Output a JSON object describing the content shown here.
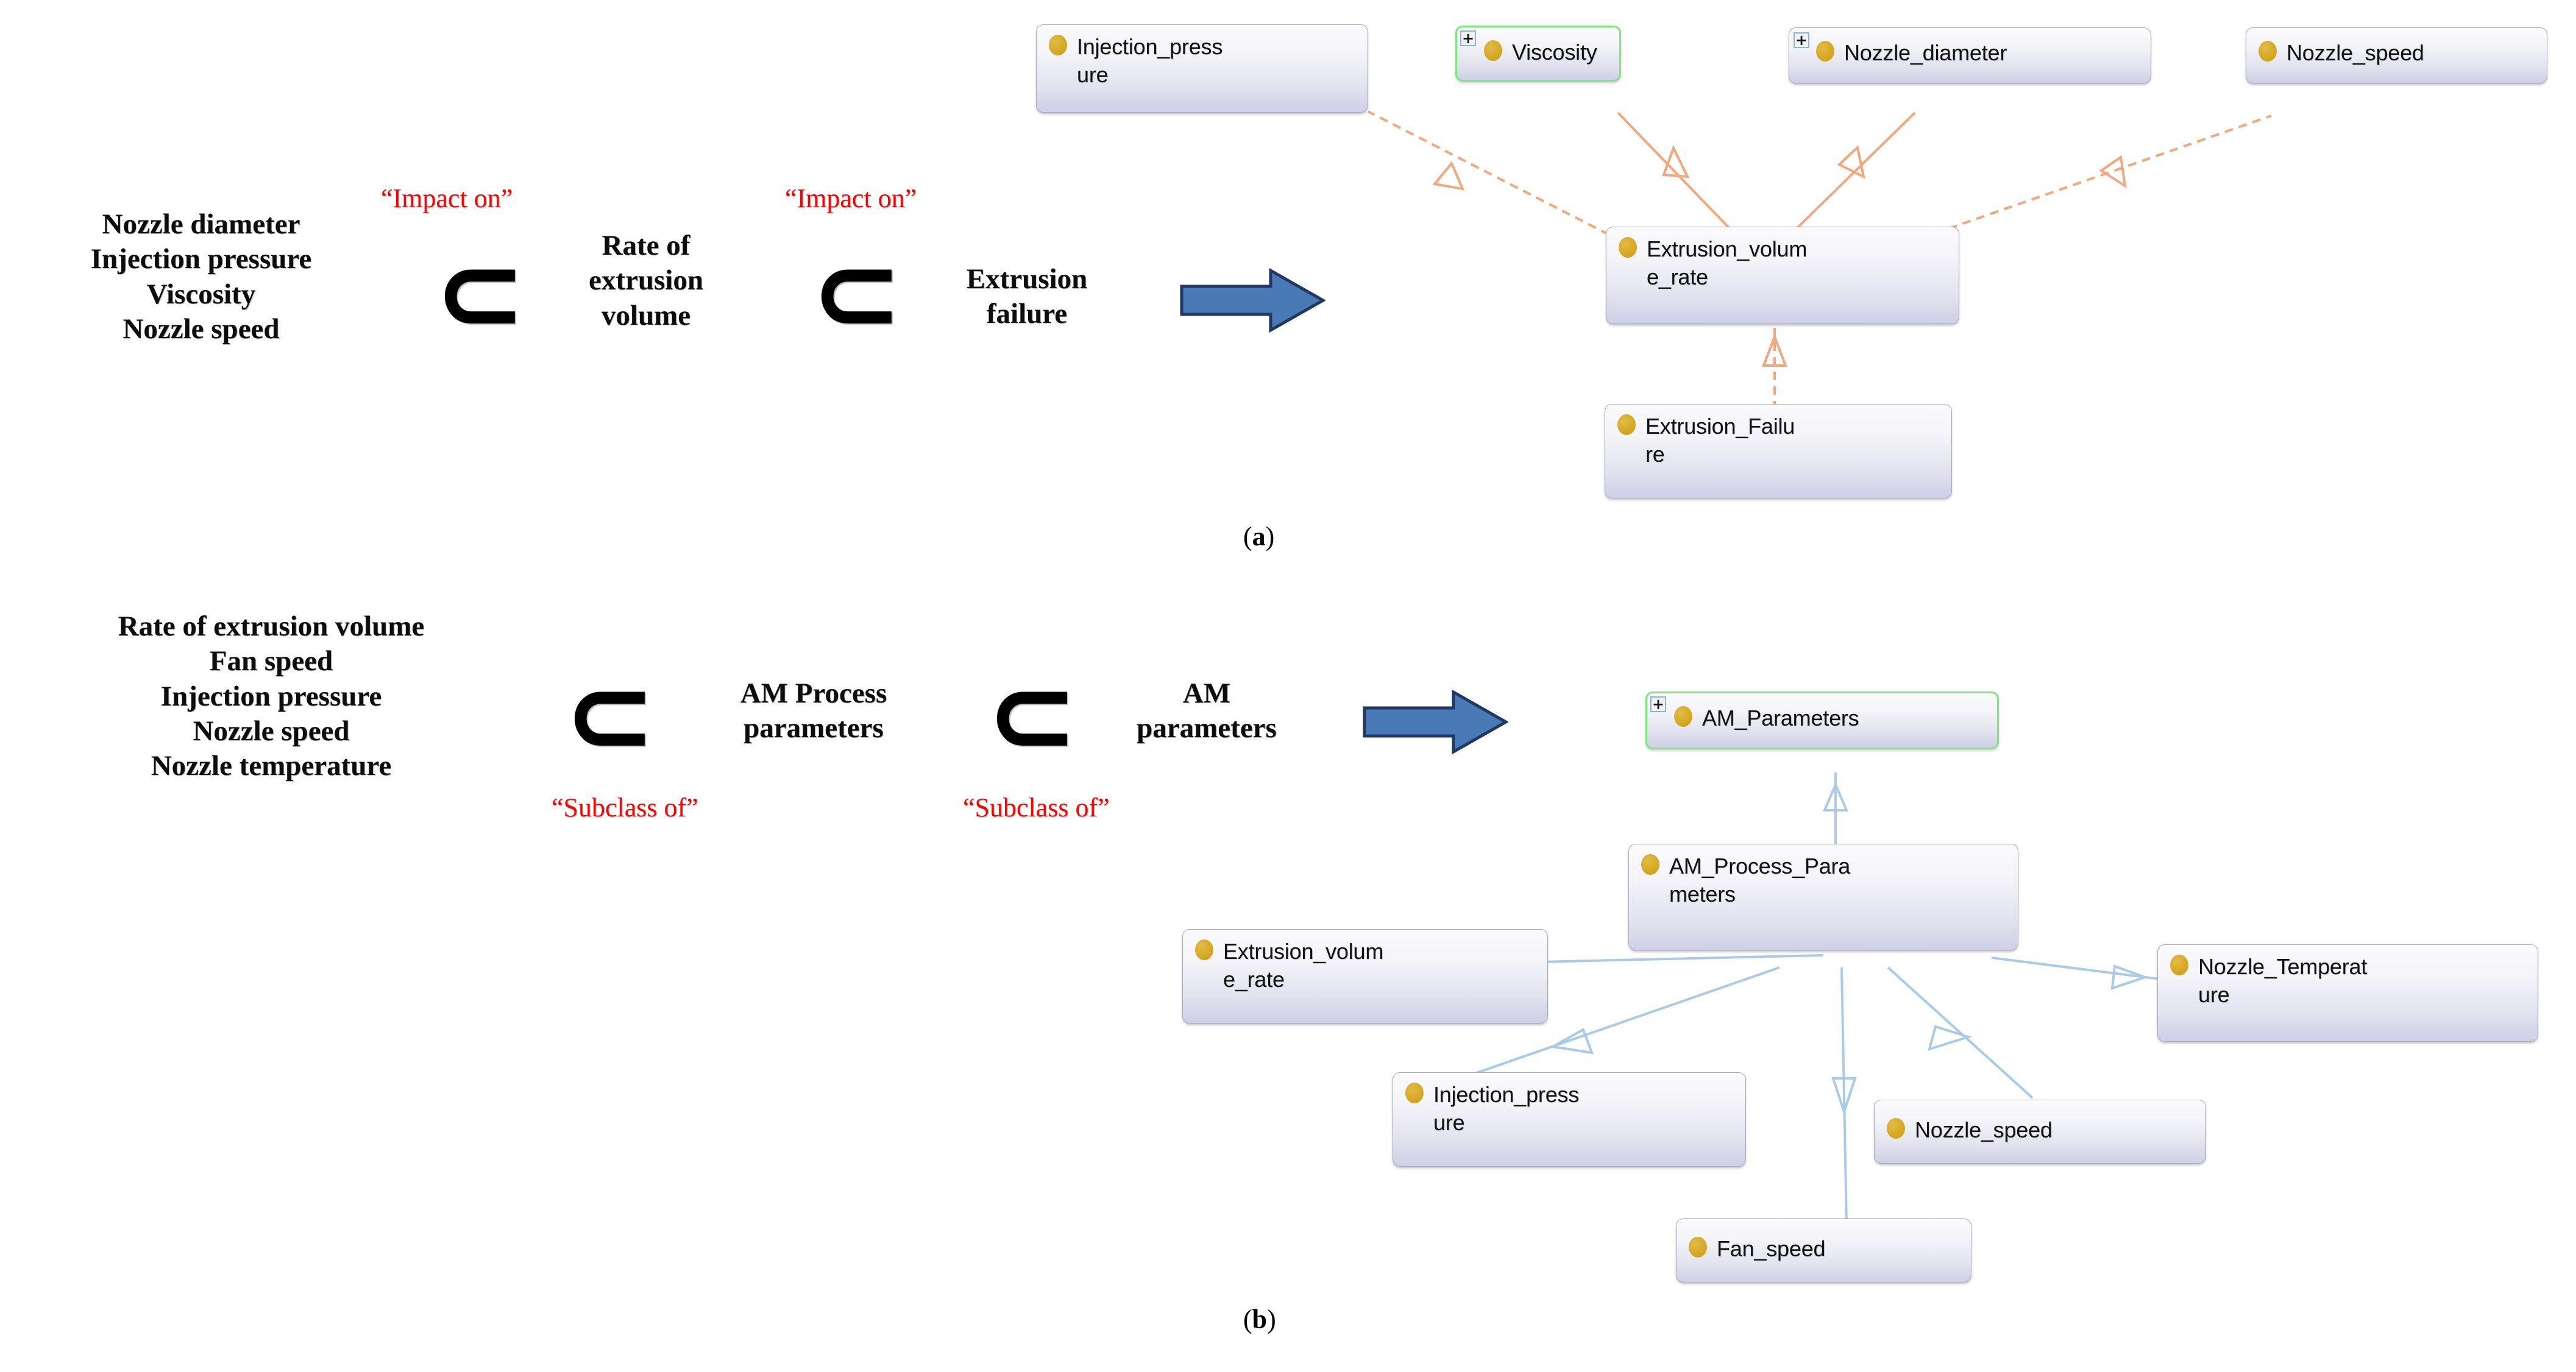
{
  "figure": {
    "panel_a_caption": "(a)",
    "panel_b_caption": "(b)"
  },
  "panel_a": {
    "concept_list": [
      "Nozzle diameter",
      "Injection pressure",
      "Viscosity",
      "Nozzle speed"
    ],
    "relation_label_1": "“Impact on”",
    "relation_label_2": "“Impact on”",
    "subset_glyph_1": "⊂",
    "subset_glyph_2": "⊂",
    "concept_2": "Rate of\nextrusion\nvolume",
    "concept_2_lines": [
      "Rate of",
      "extrusion",
      "volume"
    ],
    "concept_3_lines": [
      "Extrusion",
      "failure"
    ],
    "arrow_icon": "right-block-arrow",
    "ontology": {
      "nodes": [
        {
          "id": "a_injection_pressure",
          "label": "Injection_press\nure",
          "label_lines": [
            "Injection_press",
            "ure"
          ],
          "selected": false,
          "expandable": false
        },
        {
          "id": "a_viscosity",
          "label": "Viscosity",
          "label_lines": [
            "Viscosity"
          ],
          "selected": true,
          "expandable": true
        },
        {
          "id": "a_nozzle_diameter",
          "label": "Nozzle_diameter",
          "label_lines": [
            "Nozzle_diameter"
          ],
          "selected": false,
          "expandable": true
        },
        {
          "id": "a_nozzle_speed",
          "label": "Nozzle_speed",
          "label_lines": [
            "Nozzle_speed"
          ],
          "selected": false,
          "expandable": false
        },
        {
          "id": "a_extrusion_volume_rate",
          "label": "Extrusion_volum\ne_rate",
          "label_lines": [
            "Extrusion_volum",
            "e_rate"
          ],
          "selected": false,
          "expandable": false
        },
        {
          "id": "a_extrusion_failure",
          "label": "Extrusion_Failu\nre",
          "label_lines": [
            "Extrusion_Failu",
            "re"
          ],
          "selected": false,
          "expandable": false
        }
      ],
      "edges": [
        {
          "from": "a_extrusion_volume_rate",
          "to": "a_injection_pressure",
          "style": "dashed",
          "color": "#f3a77c"
        },
        {
          "from": "a_extrusion_volume_rate",
          "to": "a_viscosity",
          "style": "dashed",
          "color": "#f3a77c"
        },
        {
          "from": "a_extrusion_volume_rate",
          "to": "a_nozzle_diameter",
          "style": "dashed",
          "color": "#f3a77c"
        },
        {
          "from": "a_extrusion_volume_rate",
          "to": "a_nozzle_speed",
          "style": "dashed",
          "color": "#f3a77c"
        },
        {
          "from": "a_extrusion_failure",
          "to": "a_extrusion_volume_rate",
          "style": "dashed",
          "color": "#f3a77c"
        }
      ]
    }
  },
  "panel_b": {
    "concept_list": [
      "Rate of extrusion volume",
      "Fan speed",
      "Injection pressure",
      "Nozzle speed",
      "Nozzle temperature"
    ],
    "relation_label_1": "“Subclass of”",
    "relation_label_2": "“Subclass of”",
    "subset_glyph_1": "⊂",
    "subset_glyph_2": "⊂",
    "concept_2_lines": [
      "AM Process",
      "parameters"
    ],
    "concept_3_lines": [
      "AM",
      "parameters"
    ],
    "arrow_icon": "right-block-arrow",
    "ontology": {
      "nodes": [
        {
          "id": "b_am_parameters",
          "label": "AM_Parameters",
          "label_lines": [
            "AM_Parameters"
          ],
          "selected": true,
          "expandable": true
        },
        {
          "id": "b_am_process_parameters",
          "label": "AM_Process_Para\nmeters",
          "label_lines": [
            "AM_Process_Para",
            "meters"
          ],
          "selected": false,
          "expandable": false
        },
        {
          "id": "b_extrusion_volume_rate",
          "label": "Extrusion_volum\ne_rate",
          "label_lines": [
            "Extrusion_volum",
            "e_rate"
          ],
          "selected": false,
          "expandable": false
        },
        {
          "id": "b_nozzle_temperature",
          "label": "Nozzle_Temperat\nure",
          "label_lines": [
            "Nozzle_Temperat",
            "ure"
          ],
          "selected": false,
          "expandable": false
        },
        {
          "id": "b_injection_pressure",
          "label": "Injection_press\nure",
          "label_lines": [
            "Injection_press",
            "ure"
          ],
          "selected": false,
          "expandable": false
        },
        {
          "id": "b_nozzle_speed",
          "label": "Nozzle_speed",
          "label_lines": [
            "Nozzle_speed"
          ],
          "selected": false,
          "expandable": false
        },
        {
          "id": "b_fan_speed",
          "label": "Fan_speed",
          "label_lines": [
            "Fan_speed"
          ],
          "selected": false,
          "expandable": false
        }
      ],
      "edges": [
        {
          "from": "b_am_process_parameters",
          "to": "b_am_parameters",
          "style": "solid",
          "color": "#a9cbe8"
        },
        {
          "from": "b_extrusion_volume_rate",
          "to": "b_am_process_parameters",
          "style": "solid",
          "color": "#a9cbe8"
        },
        {
          "from": "b_nozzle_temperature",
          "to": "b_am_process_parameters",
          "style": "solid",
          "color": "#a9cbe8"
        },
        {
          "from": "b_injection_pressure",
          "to": "b_am_process_parameters",
          "style": "solid",
          "color": "#a9cbe8"
        },
        {
          "from": "b_nozzle_speed",
          "to": "b_am_process_parameters",
          "style": "solid",
          "color": "#a9cbe8"
        },
        {
          "from": "b_fan_speed",
          "to": "b_am_process_parameters",
          "style": "solid",
          "color": "#a9cbe8"
        }
      ]
    }
  },
  "colors": {
    "relation_red": "#ff0000",
    "node_dot": "#d8ab28",
    "node_border": "#a9a9b8",
    "selected_border": "#7ce87c",
    "edge_a": "#f3a77c",
    "edge_b": "#a9cbe8",
    "block_arrow_fill": "#4a7ab5",
    "block_arrow_stroke": "#1f3864"
  }
}
